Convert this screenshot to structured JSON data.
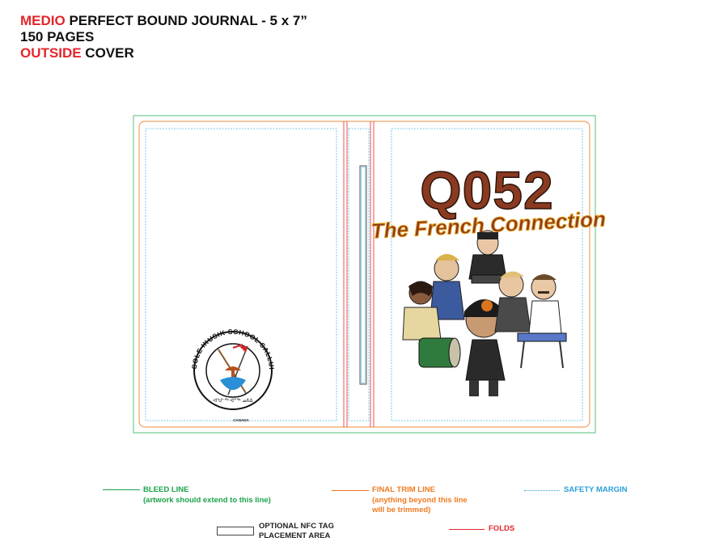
{
  "header": {
    "line1_red": "MEDIO",
    "line1_rest": "PERFECT BOUND JOURNAL - 5 x 7”",
    "line2": "150 PAGES",
    "line3_red": "OUTSIDE",
    "line3_rest": "COVER"
  },
  "back_cover": {
    "logo": {
      "ring_text": "ÉCOLE IKUSIK SCHOOL SALLUIT",
      "syllabics": "ᐊᖑᓪᖅ ᐊᓐᖅ ᓄᕕᐃ",
      "country": "CANADA"
    }
  },
  "front_cover": {
    "title_code": "Q052",
    "title_sub": "The French Connection"
  },
  "legend": {
    "bleed": {
      "label": "BLEED LINE",
      "note": "(artwork should extend to this line)",
      "color": "#1aa349"
    },
    "trim": {
      "label": "FINAL TRIM LINE",
      "note1": "(anything beyond this line",
      "note2": "will be trimmed)",
      "color": "#f07a1f"
    },
    "safety": {
      "label": "SAFETY MARGIN",
      "color": "#2a9fd8"
    },
    "nfc": {
      "label1": "OPTIONAL NFC TAG",
      "label2": "PLACEMENT AREA"
    },
    "folds": {
      "label": "FOLDS",
      "color": "#e3262b"
    }
  }
}
